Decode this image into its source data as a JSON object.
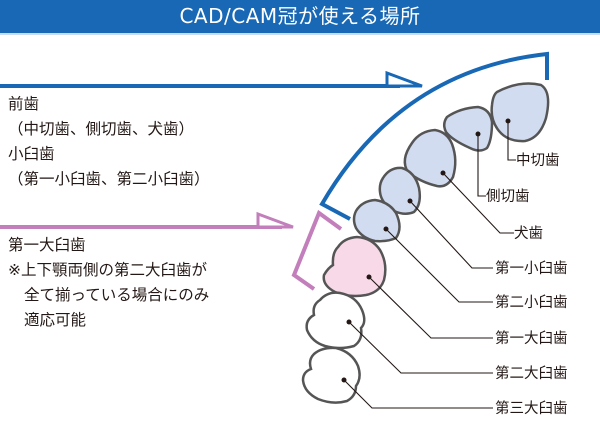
{
  "header": {
    "title": "CAD/CAM冠が使える場所"
  },
  "colors": {
    "header_bg": "#1868b5",
    "anterior_accent": "#1868b5",
    "molar_accent": "#c27fbb",
    "anterior_tooth_fill": "#d2dcf0",
    "molar_tooth_fill": "#f8d9e8",
    "unused_tooth_fill": "#ffffff",
    "tooth_outline": "#555555"
  },
  "groups": {
    "anterior_premolar": {
      "lines": [
        "前歯",
        "（中切歯、側切歯、犬歯）",
        "小臼歯",
        "（第一小臼歯、第二小臼歯）"
      ]
    },
    "first_molar": {
      "lines": [
        "第一大臼歯",
        "※上下顎両側の第二大臼歯が",
        "全て揃っている場合にのみ",
        "適応可能"
      ]
    }
  },
  "teeth": [
    {
      "name": "中切歯",
      "group": "anterior"
    },
    {
      "name": "側切歯",
      "group": "anterior"
    },
    {
      "name": "犬歯",
      "group": "anterior"
    },
    {
      "name": "第一小臼歯",
      "group": "anterior"
    },
    {
      "name": "第二小臼歯",
      "group": "anterior"
    },
    {
      "name": "第一大臼歯",
      "group": "molar"
    },
    {
      "name": "第二大臼歯",
      "group": "none"
    },
    {
      "name": "第三大臼歯",
      "group": "none"
    }
  ]
}
